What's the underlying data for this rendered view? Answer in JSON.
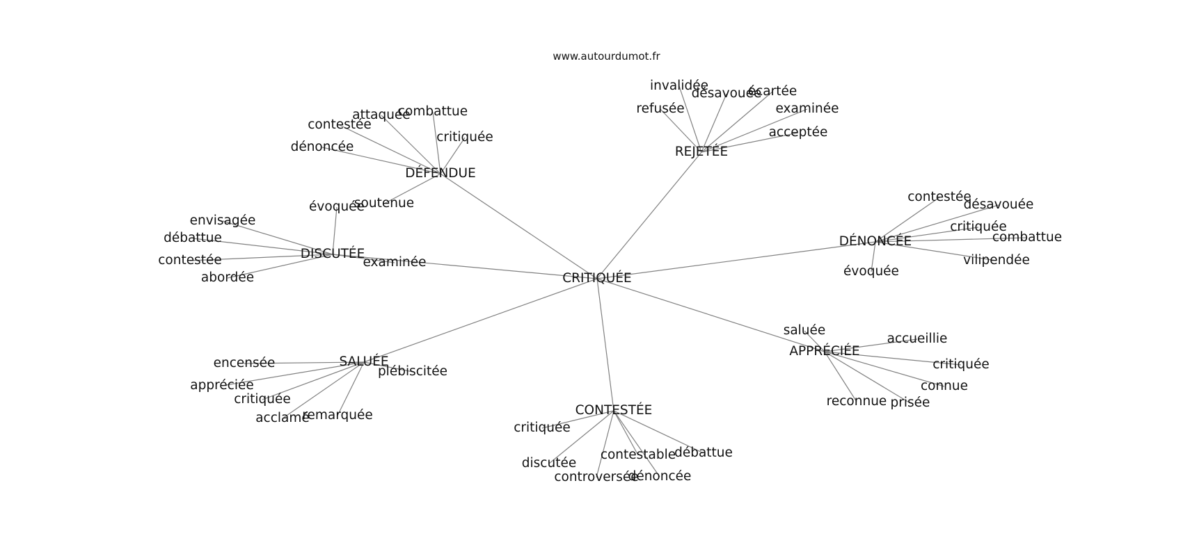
{
  "watermark": "www.autourdumot.fr",
  "graph": {
    "center": "CRITIQUÉE",
    "hubs": [
      {
        "id": "defendue",
        "label": "DÉFENDUE",
        "leaves": [
          "attaquée",
          "combattue",
          "contestée",
          "critiquée",
          "dénoncée",
          "soutenue"
        ]
      },
      {
        "id": "rejetee",
        "label": "REJETÉE",
        "leaves": [
          "invalidée",
          "désavouée",
          "écartée",
          "refusée",
          "examinée",
          "acceptée"
        ]
      },
      {
        "id": "discutee",
        "label": "DISCUTÉE",
        "leaves": [
          "évoquée",
          "envisagée",
          "débattue",
          "contestée",
          "abordée",
          "examinée"
        ]
      },
      {
        "id": "denoncee",
        "label": "DÉNONCÉE",
        "leaves": [
          "contestée",
          "désavouée",
          "critiquée",
          "combattue",
          "vilipendée",
          "évoquée"
        ]
      },
      {
        "id": "saluee",
        "label": "SALUÉE",
        "leaves": [
          "encensée",
          "plébiscitée",
          "appréciée",
          "critiquée",
          "acclamé",
          "remarquée"
        ]
      },
      {
        "id": "appreciee",
        "label": "APPRÉCIÉE",
        "leaves": [
          "saluée",
          "accueillie",
          "critiquée",
          "connue",
          "reconnue",
          "prisée"
        ]
      },
      {
        "id": "contestee",
        "label": "CONTESTÉE",
        "leaves": [
          "critiquée",
          "discutée",
          "contestable",
          "débattue",
          "controversée",
          "dénoncée"
        ]
      }
    ]
  }
}
